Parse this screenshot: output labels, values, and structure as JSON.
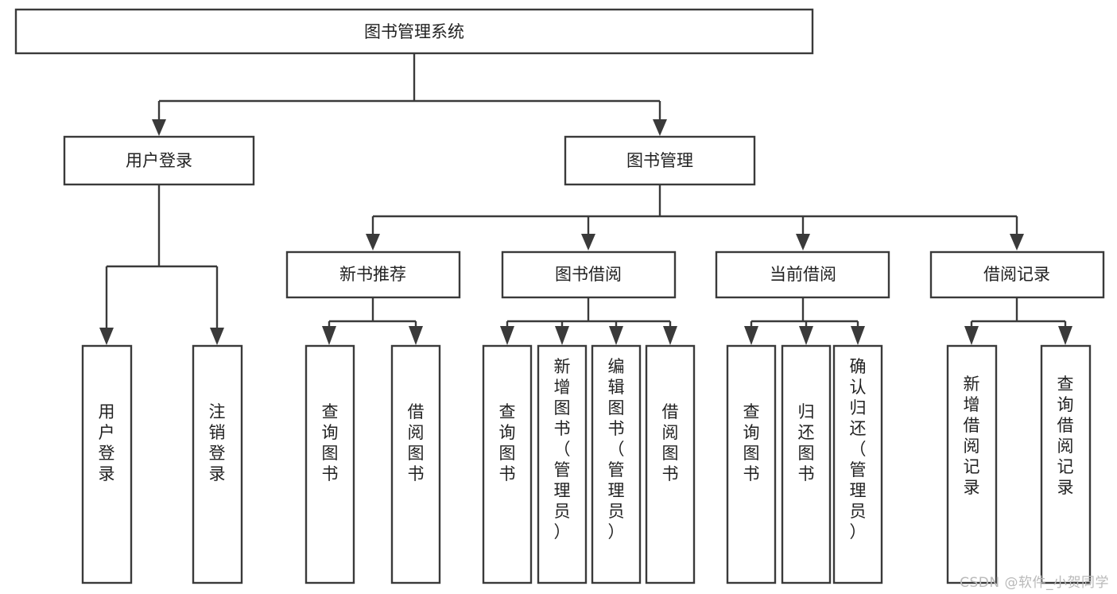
{
  "diagram": {
    "title": "图书管理系统",
    "type": "tree-hierarchy",
    "watermark": "CSDN @软件_小贺同学",
    "colors": {
      "stroke": "#3a3a3a",
      "box_fill": "#ffffff",
      "text": "#222222",
      "background": "#ffffff",
      "watermark": "#b9b9b9"
    },
    "nodes": {
      "root": {
        "label": "图书管理系统"
      },
      "level2": [
        {
          "id": "user-login",
          "label": "用户登录"
        },
        {
          "id": "book-manage",
          "label": "图书管理"
        }
      ],
      "level3": [
        {
          "id": "new-book-recommend",
          "label": "新书推荐"
        },
        {
          "id": "book-borrow",
          "label": "图书借阅"
        },
        {
          "id": "current-borrow",
          "label": "当前借阅"
        },
        {
          "id": "borrow-record",
          "label": "借阅记录"
        }
      ],
      "leaves": {
        "user-login": [
          {
            "id": "leaf-user-login",
            "label": "用户登录"
          },
          {
            "id": "leaf-user-logout",
            "label": "注销登录"
          }
        ],
        "new-book-recommend": [
          {
            "id": "leaf-query-book-1",
            "label": "查询图书"
          },
          {
            "id": "leaf-borrow-book-1",
            "label": "借阅图书"
          }
        ],
        "book-borrow": [
          {
            "id": "leaf-query-book-2",
            "label": "查询图书"
          },
          {
            "id": "leaf-add-book",
            "label": "新增图书（管理员）"
          },
          {
            "id": "leaf-edit-book",
            "label": "编辑图书（管理员）"
          },
          {
            "id": "leaf-borrow-book-2",
            "label": "借阅图书"
          }
        ],
        "current-borrow": [
          {
            "id": "leaf-query-book-3",
            "label": "查询图书"
          },
          {
            "id": "leaf-return-book",
            "label": "归还图书"
          },
          {
            "id": "leaf-confirm-return",
            "label": "确认归还（管理员）"
          }
        ],
        "borrow-record": [
          {
            "id": "leaf-add-record",
            "label": "新增借阅记录"
          },
          {
            "id": "leaf-query-record",
            "label": "查询借阅记录"
          }
        ]
      }
    }
  }
}
